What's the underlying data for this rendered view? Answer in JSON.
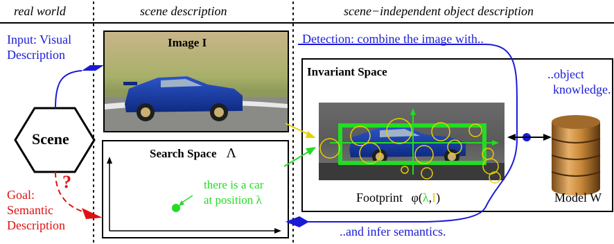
{
  "headers": {
    "real_world": "real world",
    "scene_description": "scene description",
    "object_description": "scene−independent object description"
  },
  "left": {
    "input_label_line1": "Input: Visual",
    "input_label_line2": "Description",
    "scene_label": "Scene",
    "question_mark": "?",
    "goal_line1": "Goal:",
    "goal_line2": "Semantic",
    "goal_line3": "Description"
  },
  "middle": {
    "image_title": "Image I",
    "search_space_title": "Search Space",
    "search_space_symbol": "Λ",
    "car_note_line1": "there is a car",
    "car_note_line2": "at position λ"
  },
  "right": {
    "detection_text": "Detection: combine the image with..",
    "invariant_title": "Invariant Space",
    "object_knowledge_line1": "..object",
    "object_knowledge_line2": "knowledge.",
    "footprint_label": "Footprint",
    "footprint_phi": "φ(",
    "footprint_lambda": "λ",
    "footprint_comma": ",",
    "footprint_I": "I",
    "footprint_close": ")",
    "model_label": "Model W",
    "infer_text": "..and infer semantics."
  },
  "colors": {
    "blue": "#1a1ad6",
    "red": "#e01010",
    "green": "#22dd22",
    "yellow": "#e8d000"
  }
}
